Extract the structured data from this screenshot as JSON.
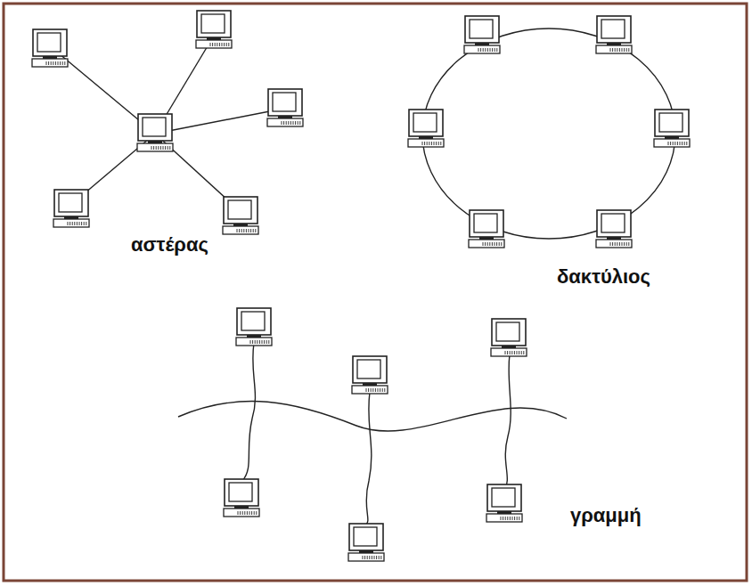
{
  "diagram": {
    "labels": [
      "αστέρας",
      "δακτύλιος",
      "γραμμή"
    ]
  }
}
